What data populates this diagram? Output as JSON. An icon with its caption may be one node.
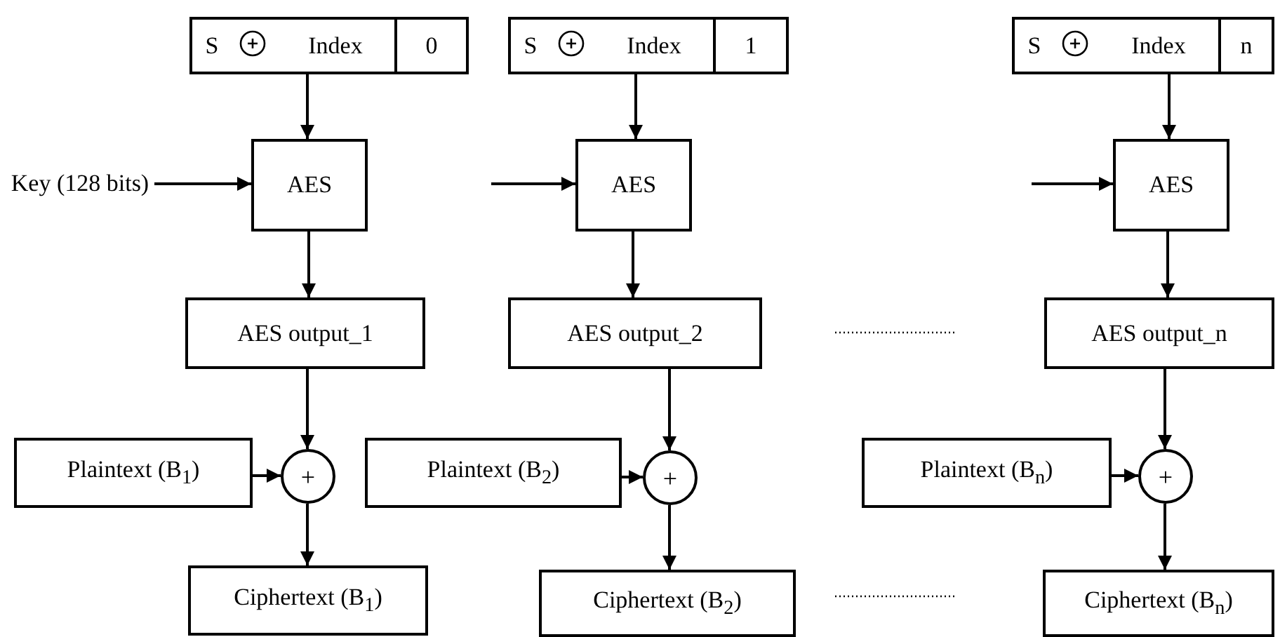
{
  "diagram": {
    "nodes": [
      {
        "text": [
          "S",
          "Index",
          "0"
        ]
      },
      {
        "text": [
          "S",
          "Index",
          "1"
        ]
      },
      {
        "text": [
          "S",
          "Index",
          "n"
        ]
      },
      {
        "text": [
          "Key (128 bits)"
        ]
      },
      {
        "text": [
          "AES"
        ]
      },
      {
        "text": [
          "AES"
        ]
      },
      {
        "text": [
          "AES"
        ]
      },
      {
        "text": [
          "AES output_1"
        ]
      },
      {
        "text": [
          "AES output_2"
        ]
      },
      {
        "text": [
          "AES output_n"
        ]
      },
      {
        "text": [
          "Plaintext (B$_{1}$)"
        ]
      },
      {
        "text": [
          "+"
        ]
      },
      {
        "text": [
          "Plaintext (B$_{2}$)"
        ]
      },
      {
        "text": [
          "+"
        ]
      },
      {
        "text": [
          "Plaintext (B$_{n}$)"
        ]
      },
      {
        "text": [
          "+"
        ]
      },
      {
        "text": [
          "Ciphertext (B$_{1}$)"
        ]
      },
      {
        "text": [
          "Ciphertext (B$_{2}$)"
        ]
      },
      {
        "text": [
          "Ciphertext (B$_{n}$)"
        ]
      }
    ],
    "edges": [
      {
        "from": 0,
        "to": 4,
        "arrow": "to"
      },
      {
        "from": 1,
        "to": 5,
        "arrow": "to"
      },
      {
        "from": 2,
        "to": 6,
        "arrow": "to"
      },
      {
        "from": 3,
        "to": 4,
        "arrow": "to"
      },
      {
        "from": null,
        "to": 5,
        "arrow": "to"
      },
      {
        "from": null,
        "to": 6,
        "arrow": "to"
      },
      {
        "from": 4,
        "to": 7,
        "arrow": "to"
      },
      {
        "from": 5,
        "to": 8,
        "arrow": "to"
      },
      {
        "from": 6,
        "to": 9,
        "arrow": "to"
      },
      {
        "from": 7,
        "to": 11,
        "arrow": "to"
      },
      {
        "from": 8,
        "to": 13,
        "arrow": "to"
      },
      {
        "from": 9,
        "to": 15,
        "arrow": "to"
      },
      {
        "from": 10,
        "to": 11,
        "arrow": "to"
      },
      {
        "from": 12,
        "to": 13,
        "arrow": "to"
      },
      {
        "from": 14,
        "to": 15,
        "arrow": "to"
      },
      {
        "from": 11,
        "to": 16,
        "arrow": "to"
      },
      {
        "from": 13,
        "to": 17,
        "arrow": "to"
      },
      {
        "from": 15,
        "to": 18,
        "arrow": "to"
      }
    ]
  }
}
